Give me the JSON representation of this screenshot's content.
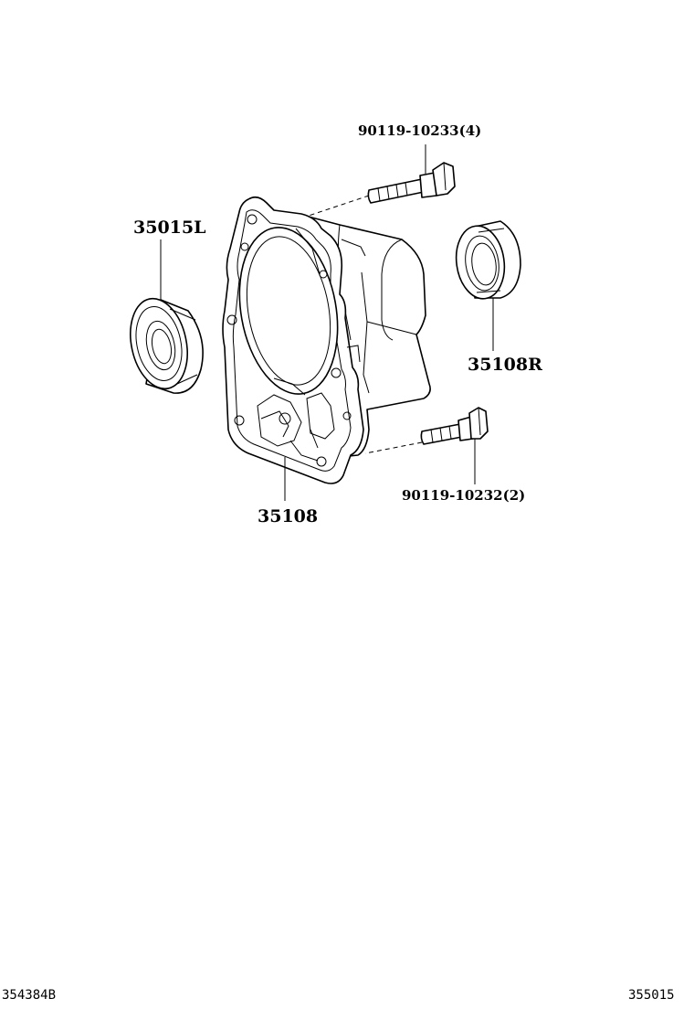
{
  "parts": {
    "bolt_upper": "90119-10233(4)",
    "bolt_lower": "90119-10232(2)",
    "bearing": "35015L",
    "oil_seal": "35108R",
    "housing": "35108"
  },
  "footer": {
    "left_code": "354384B",
    "right_code": "355015"
  }
}
